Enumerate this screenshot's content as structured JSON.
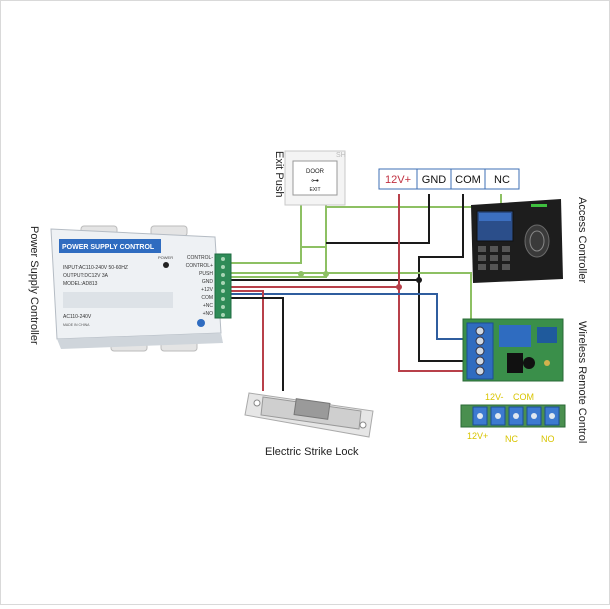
{
  "labels": {
    "power_supply_controller": "Power Supply Controller",
    "exit_push": "Exit Push",
    "access_controller": "Access Controller",
    "wireless_remote_control": "Wireless Remote Control",
    "electric_strike_lock": "Electric Strike Lock"
  },
  "psu": {
    "brand_title": "POWER SUPPLY CONTROL",
    "power_led_label": "POWER",
    "input_spec": "INPUT:AC110-240V 50-60HZ",
    "output_spec": "OUTPUT:DC12V 3A",
    "model": "MODEL:AD813",
    "ac_label": "AC110-240V",
    "made_in": "MADE IN CHINA",
    "terminals": [
      "CONTROL-",
      "CONTROL+",
      "PUSH",
      "GND",
      "+12V",
      "COM",
      "+NC",
      "+NO"
    ]
  },
  "exit_button": {
    "text_top": "DOOR",
    "text_bottom": "EXIT",
    "corner_mark": "SH"
  },
  "access_terminals": [
    "12V+",
    "GND",
    "COM",
    "NC"
  ],
  "wireless_terminals": [
    "12V-",
    "COM",
    "12V+",
    "NC",
    "NO"
  ],
  "colors": {
    "green_wire": "#8dc063",
    "red_wire": "#b8404a",
    "black_wire": "#1a1a1a",
    "blue_wire": "#2f5d9e",
    "terminal_block_green": "#2e8b57",
    "relay_blue": "#2f6cc0"
  }
}
